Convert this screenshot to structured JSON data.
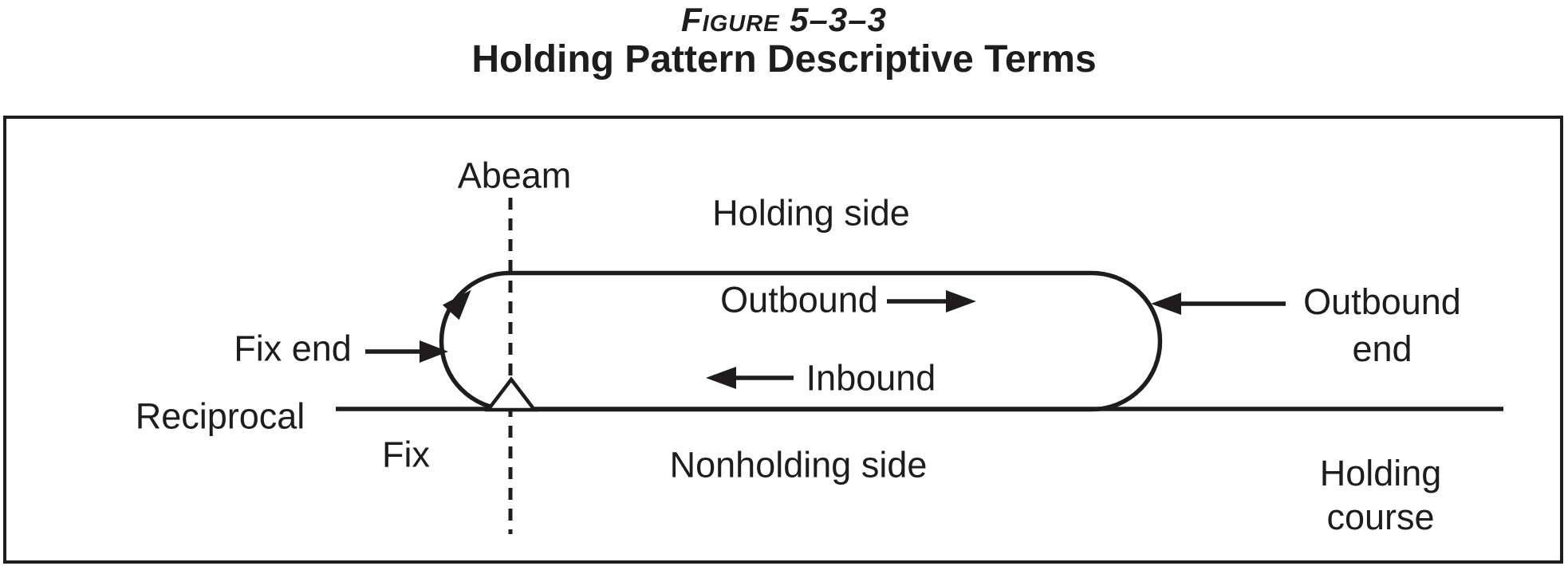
{
  "figure": {
    "label": "Figure 5–3–3",
    "title": "Holding Pattern Descriptive Terms"
  },
  "diagram": {
    "abeam": "Abeam",
    "holding_side": "Holding side",
    "outbound": "Outbound",
    "inbound": "Inbound",
    "fix_end": "Fix end",
    "reciprocal": "Reciprocal",
    "fix": "Fix",
    "nonholding_side": "Nonholding side",
    "outbound_end": {
      "line1": "Outbound",
      "line2": "end"
    },
    "holding_course": {
      "line1": "Holding",
      "line2": "course"
    }
  },
  "colors": {
    "ink": "#1e1c1c",
    "background": "#ffffff"
  }
}
